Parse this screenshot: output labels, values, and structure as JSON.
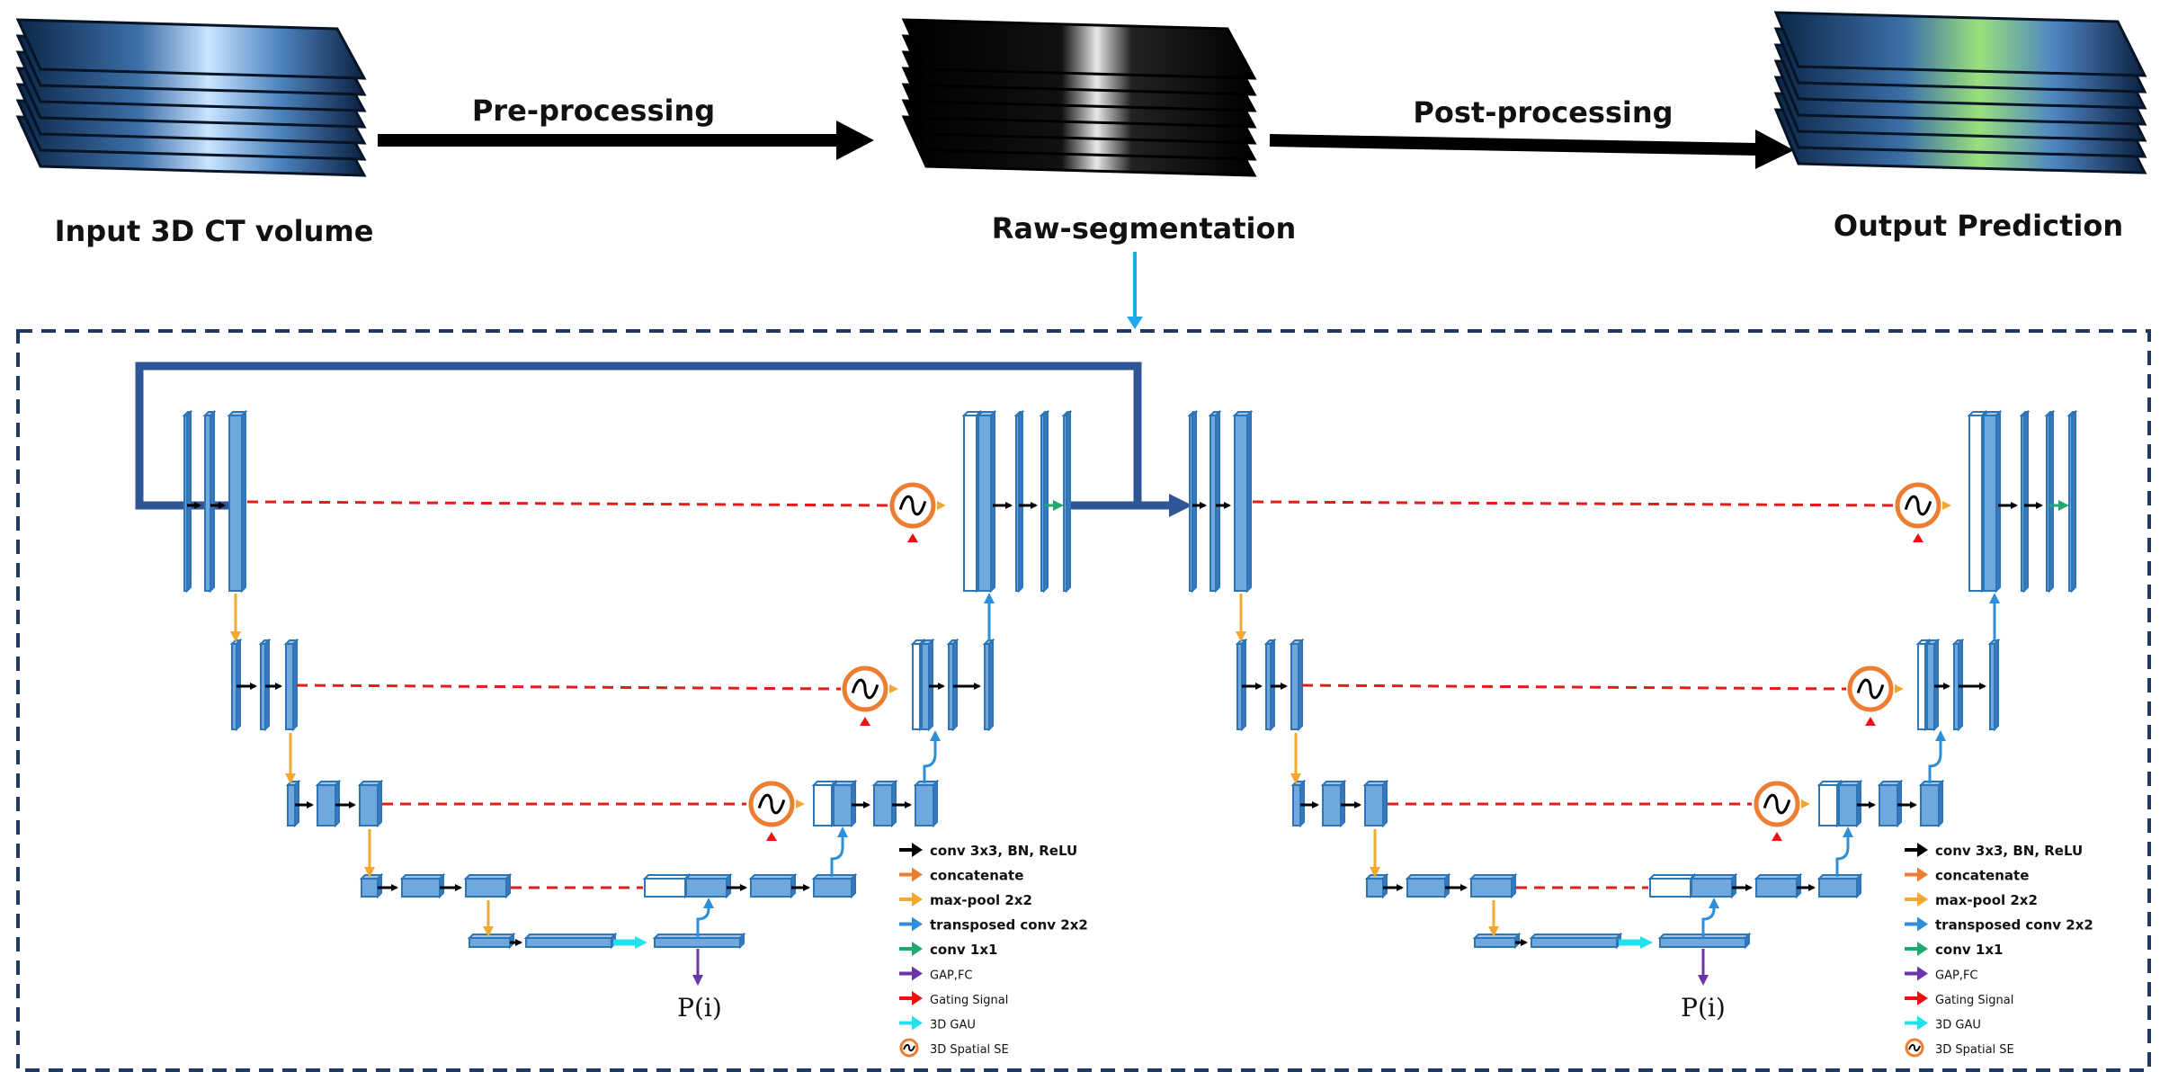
{
  "pipeline": {
    "input_label": "Input 3D CT volume",
    "preprocess_label": "Pre-processing",
    "raw_label": "Raw-segmentation",
    "postprocess_label": "Post-processing",
    "output_label": "Output Prediction"
  },
  "network": {
    "prob_label": "P(i)"
  },
  "legend": {
    "items": [
      {
        "label": "conv 3x3, BN, ReLU",
        "color": "#000000",
        "icon": "arrow-icon"
      },
      {
        "label": "concatenate",
        "color": "#ed7d31",
        "icon": "arrow-icon"
      },
      {
        "label": "max-pool 2x2",
        "color": "#f0a830",
        "icon": "arrow-icon"
      },
      {
        "label": "transposed conv 2x2",
        "color": "#2e8fd8",
        "icon": "arrow-icon"
      },
      {
        "label": "conv 1x1",
        "color": "#1fa870",
        "icon": "arrow-icon"
      },
      {
        "label": "GAP,FC",
        "color": "#6a35a8",
        "icon": "arrow-icon"
      },
      {
        "label": "Gating Signal",
        "color": "#ee1111",
        "icon": "arrow-icon"
      },
      {
        "label": "3D GAU",
        "color": "#22e0ee",
        "icon": "arrow-icon"
      },
      {
        "label": "3D Spatial SE",
        "color": "#ed7d31",
        "icon": "spatial-se-icon"
      }
    ]
  },
  "colors": {
    "block_fill": "#6fa8dc",
    "block_stroke": "#2e75b6",
    "gating_line": "#e21b1b",
    "maxpool": "#f0a830",
    "upconv": "#2e8fd8",
    "skip_loop": "#2f5597",
    "frame": "#1f3864"
  }
}
